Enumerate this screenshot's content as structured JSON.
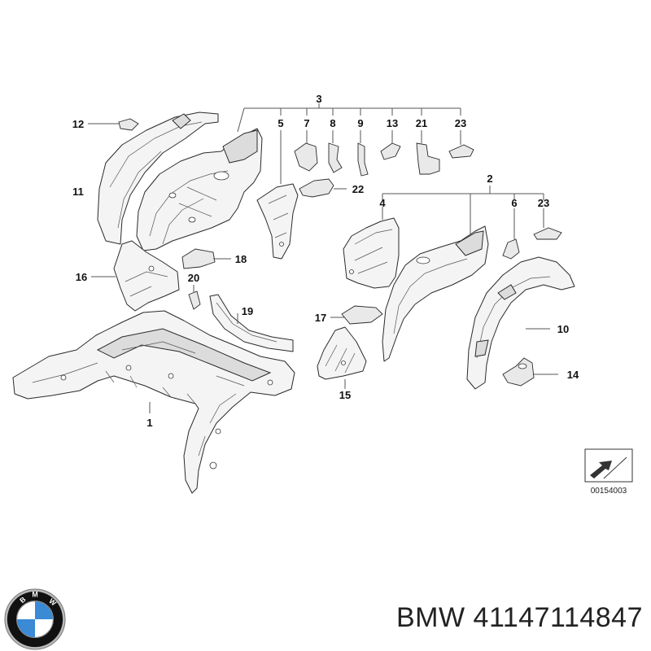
{
  "diagram": {
    "callouts": {
      "c1": "1",
      "c2": "2",
      "c3": "3",
      "c4": "4",
      "c5": "5",
      "c6": "6",
      "c7": "7",
      "c8": "8",
      "c9": "9",
      "c10": "10",
      "c11": "11",
      "c12": "12",
      "c13": "13",
      "c14": "14",
      "c15": "15",
      "c16": "16",
      "c17": "17",
      "c18": "18",
      "c19": "19",
      "c20": "20",
      "c21": "21",
      "c22": "22",
      "c23a": "23",
      "c23b": "23"
    },
    "reference_number": "00154003"
  },
  "caption": {
    "text": "BMW 41147114847"
  },
  "logo": {
    "brand_text": "BMW",
    "colors": {
      "blue": "#3a8ad6",
      "white": "#ffffff",
      "ring": "#111111",
      "chrome": "#b9b9b9"
    }
  }
}
